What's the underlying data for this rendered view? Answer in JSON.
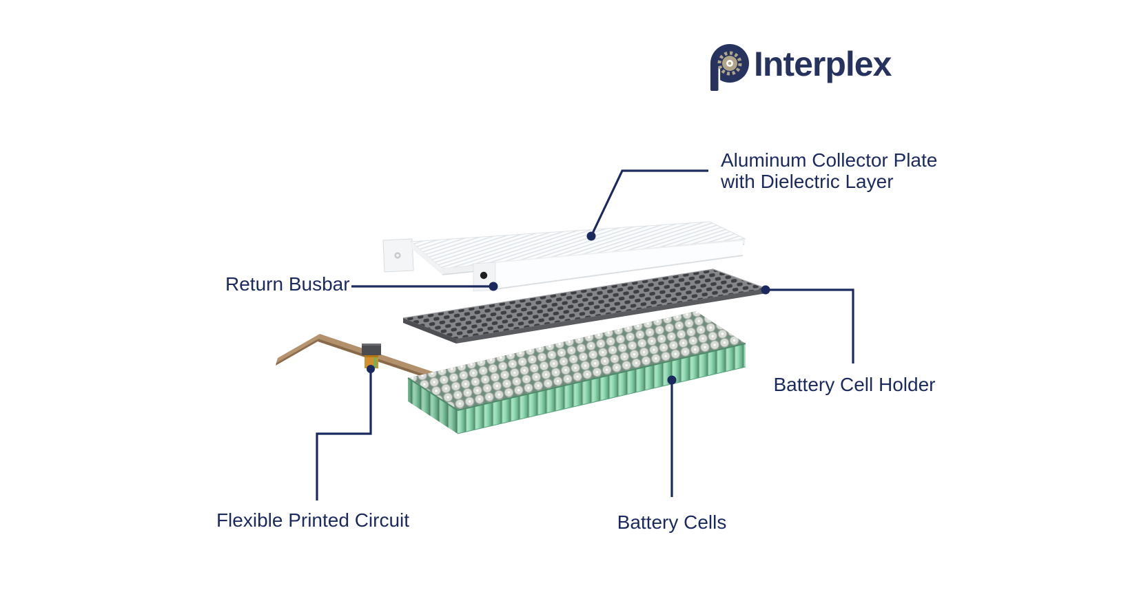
{
  "logo": {
    "brand": "Interplex",
    "icon": "interplex-p-gear-mark"
  },
  "diagram": {
    "title_implied": "Battery module exploded view",
    "labels": {
      "collector": {
        "line1": "Aluminum Collector Plate",
        "line2": "with Dielectric Layer"
      },
      "return_busbar": {
        "text": "Return Busbar"
      },
      "cell_holder": {
        "text": "Battery Cell Holder"
      },
      "battery_cells": {
        "text": "Battery Cells"
      },
      "flexible_printed_circuit": {
        "text": "Flexible Printed Circuit"
      }
    }
  },
  "colors": {
    "accent_navy": "#1b2a5e",
    "logo_navy": "#27335f",
    "gear_gold": "#b0a489",
    "cells_green": "#8fd6b0",
    "holder_gray": "#85868a",
    "plate_white": "#fbfcfd",
    "fpc_copper": "#b3906c"
  }
}
